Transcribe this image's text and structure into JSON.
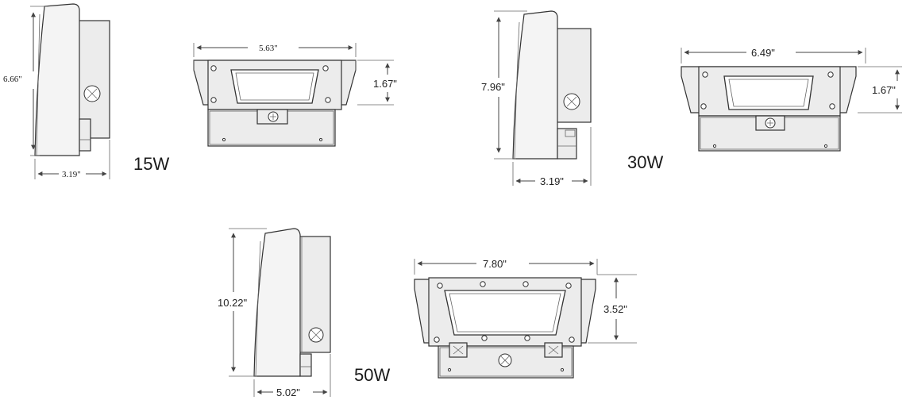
{
  "models": [
    {
      "wattage": "15W",
      "side_height": "6.66\"",
      "side_depth": "3.19\"",
      "front_width": "5.63\"",
      "front_height": "1.67\""
    },
    {
      "wattage": "30W",
      "side_height": "7.96\"",
      "side_depth": "3.19\"",
      "front_width": "6.49\"",
      "front_height": "1.67\""
    },
    {
      "wattage": "50W",
      "side_height": "10.22\"",
      "side_depth": "5.02\"",
      "front_width": "7.80\"",
      "front_height": "3.52\""
    }
  ]
}
